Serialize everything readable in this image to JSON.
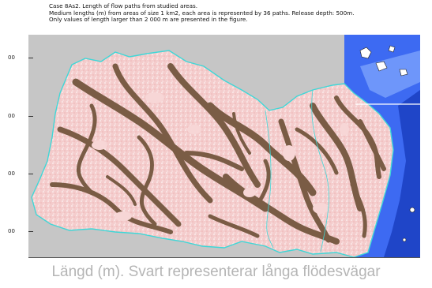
{
  "header": {
    "line1": "Case 8As2.  Length of flow paths from studied areas.",
    "line2": "Medium lengths (m) from areas of size 1 km2, each area is represented by 36 paths.  Release depth: 500m.",
    "line3": "Only values of length larger than 2 000 m are presented in the figure."
  },
  "axis": {
    "ticks": [
      "00",
      "00",
      "00",
      "00"
    ]
  },
  "caption": "Längd (m). Svart representerar långa flödesvägar",
  "colors": {
    "background": "#c6c6c6",
    "land_pink": "#f3c9c9",
    "long_paths_brown": "#7a5c45",
    "coast_outline": "#3fd7d7",
    "sea_blue": "#2f5ff0",
    "deep_sea": "#1f45c8",
    "text": "#111111",
    "caption": "#b5b5b5"
  }
}
